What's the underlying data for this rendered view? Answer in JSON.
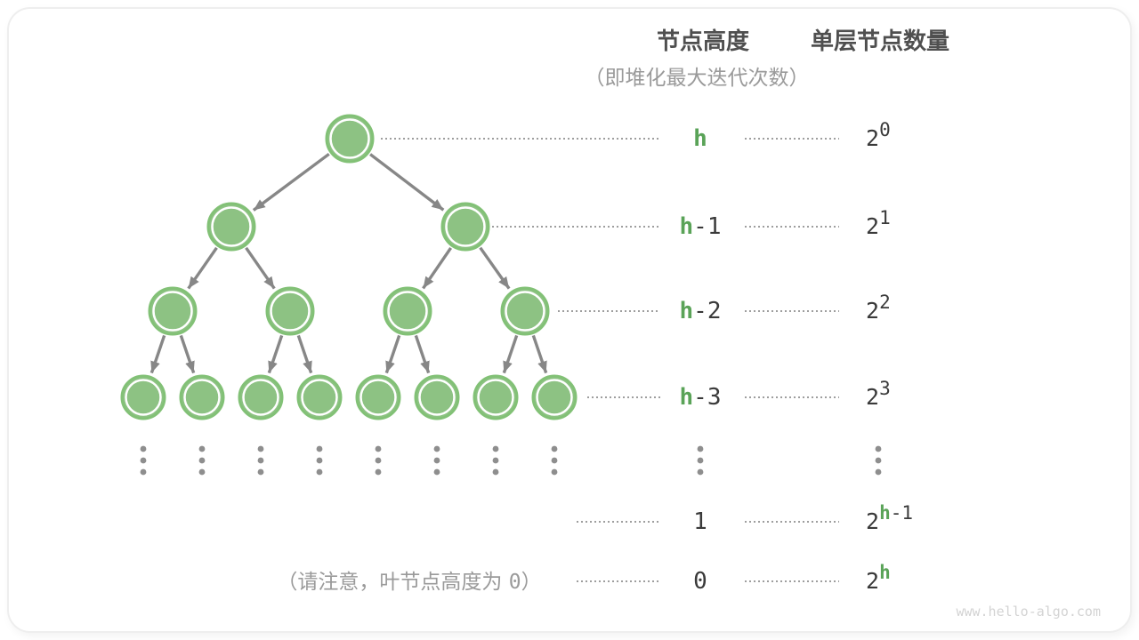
{
  "figure": {
    "watermark": "www.hello-algo.com",
    "headers": {
      "height_col_title": "节点高度",
      "height_col_subtitle": "（即堆化最大迭代次数）",
      "count_col_title": "单层节点数量"
    },
    "note": {
      "prefix": "（请注意，叶节点高度为 ",
      "zero": "0",
      "suffix": "）"
    },
    "rows": [
      {
        "height_green": "h",
        "height_dark": "",
        "count_base": "2",
        "count_sup_green": "",
        "count_sup_dark": "0"
      },
      {
        "height_green": "h",
        "height_dark": "-1",
        "count_base": "2",
        "count_sup_green": "",
        "count_sup_dark": "1"
      },
      {
        "height_green": "h",
        "height_dark": "-2",
        "count_base": "2",
        "count_sup_green": "",
        "count_sup_dark": "2"
      },
      {
        "height_green": "h",
        "height_dark": "-3",
        "count_base": "2",
        "count_sup_green": "",
        "count_sup_dark": "3"
      },
      {
        "height_green": "",
        "height_dark": "1",
        "count_base": "2",
        "count_sup_green": "h",
        "count_sup_dark": "-1"
      },
      {
        "height_green": "",
        "height_dark": "0",
        "count_base": "2",
        "count_sup_green": "h",
        "count_sup_dark": ""
      }
    ],
    "tree": {
      "levels": [
        1,
        2,
        4,
        8
      ],
      "has_ellipsis_row": true
    },
    "colors": {
      "node_fill": "#8dc283",
      "node_border": "#82c176",
      "node_inner_ring": "#ffffff",
      "edge": "#878787",
      "accent_green": "#5aa358",
      "text_dark": "#3a3a3a",
      "text_gray": "#9a9a9a",
      "title_dark": "#4f4f4f",
      "dotted_line": "#9e9e9e",
      "ellipsis_dot": "#8e8e8e",
      "watermark": "#d3d3d3"
    }
  }
}
